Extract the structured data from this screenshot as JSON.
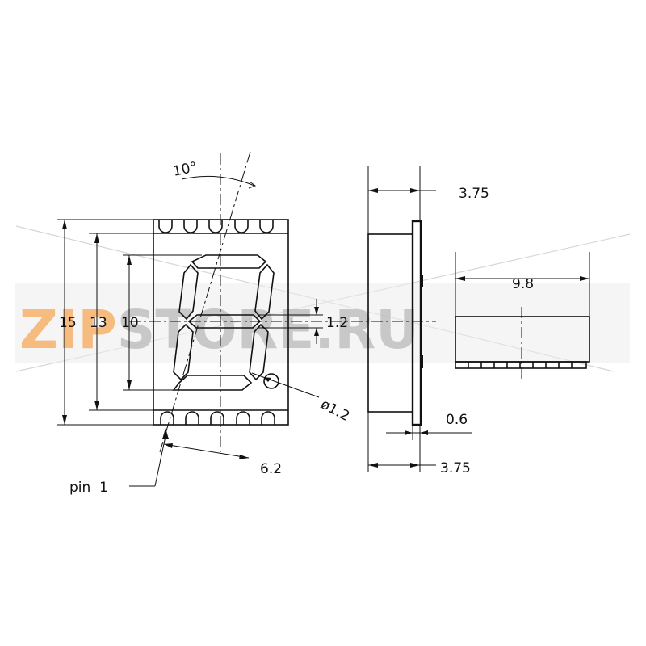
{
  "front_view": {
    "dim_height_total": "15",
    "dim_height_body": "13",
    "dim_height_digit": "10",
    "dim_segment_width": "1.2",
    "dim_width": "6.2",
    "dim_angle": "10°",
    "dim_dot_diameter": "ø1.2",
    "pin_label": "pin  1"
  },
  "side_view": {
    "dim_depth_top": "3.75",
    "dim_depth_bottom": "3.75",
    "dim_flange": "0.6",
    "dim_pin_length": "9.8"
  },
  "watermark": {
    "part1": "ZIP",
    "part2": "STORE.RU",
    "color1": "#f5b26b",
    "color2": "#b9b9b9"
  }
}
